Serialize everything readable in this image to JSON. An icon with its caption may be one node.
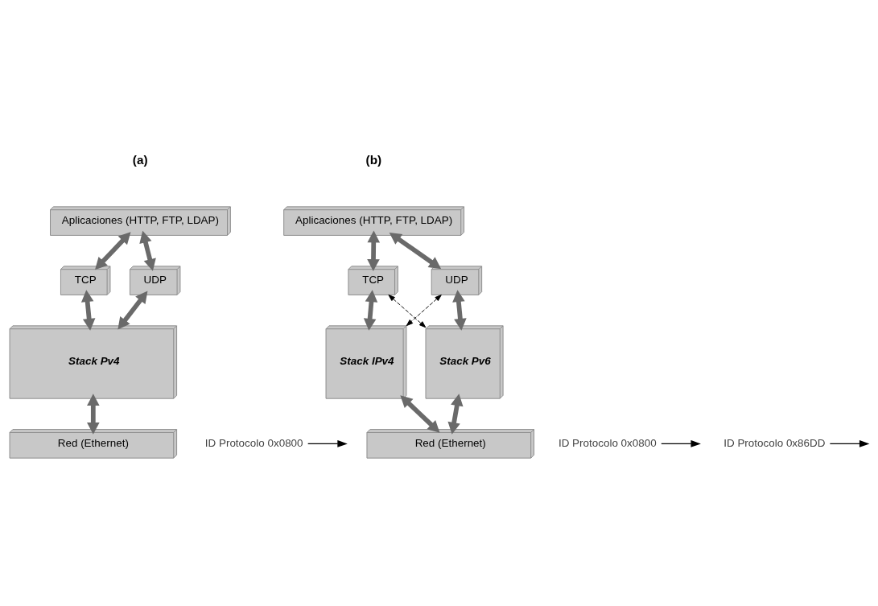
{
  "diagram": {
    "nodes": [
      {
        "text": [
          "Aplicaciones (HTTP, FTP, LDAP)"
        ]
      },
      {
        "text": [
          "TCP"
        ]
      },
      {
        "text": [
          "UDP"
        ]
      },
      {
        "text": [
          "Stack Pv4"
        ]
      },
      {
        "text": [
          "Red (Ethernet)"
        ]
      },
      {
        "text": [
          "ID Protocolo 0x0800"
        ]
      },
      {
        "text": [
          "Aplicaciones (HTTP, FTP, LDAP)"
        ]
      },
      {
        "text": [
          "TCP"
        ]
      },
      {
        "text": [
          "UDP"
        ]
      },
      {
        "text": [
          "Stack IPv4"
        ]
      },
      {
        "text": [
          "Stack Pv6"
        ]
      },
      {
        "text": [
          "Red (Ethernet)"
        ]
      },
      {
        "text": [
          "ID Protocolo 0x0800"
        ]
      },
      {
        "text": [
          "ID Protocolo 0x86DD"
        ]
      }
    ],
    "edges": [
      {
        "from": 0,
        "to": 1,
        "arrow": "both"
      },
      {
        "from": 0,
        "to": 2,
        "arrow": "both"
      },
      {
        "from": 1,
        "to": 3,
        "arrow": "both"
      },
      {
        "from": 2,
        "to": 3,
        "arrow": "both"
      },
      {
        "from": 3,
        "to": 4,
        "arrow": "both"
      },
      {
        "from": 5,
        "to": null,
        "arrow": "to",
        "color": "#000000"
      },
      {
        "from": 6,
        "to": 7,
        "arrow": "both"
      },
      {
        "from": 6,
        "to": 8,
        "arrow": "both"
      },
      {
        "from": 7,
        "to": 9,
        "arrow": "both"
      },
      {
        "from": 8,
        "to": 10,
        "arrow": "both"
      },
      {
        "from": 7,
        "to": 10,
        "arrow": "both",
        "style": "dashed",
        "color": "#000000"
      },
      {
        "from": 8,
        "to": 9,
        "arrow": "both",
        "style": "dashed",
        "color": "#000000"
      },
      {
        "from": 9,
        "to": 11,
        "arrow": "both"
      },
      {
        "from": 10,
        "to": 11,
        "arrow": "both"
      },
      {
        "from": 12,
        "to": null,
        "arrow": "to",
        "color": "#000000"
      },
      {
        "from": 13,
        "to": null,
        "arrow": "to",
        "color": "#000000"
      }
    ],
    "labels": [
      "(a)",
      "(b)"
    ]
  }
}
